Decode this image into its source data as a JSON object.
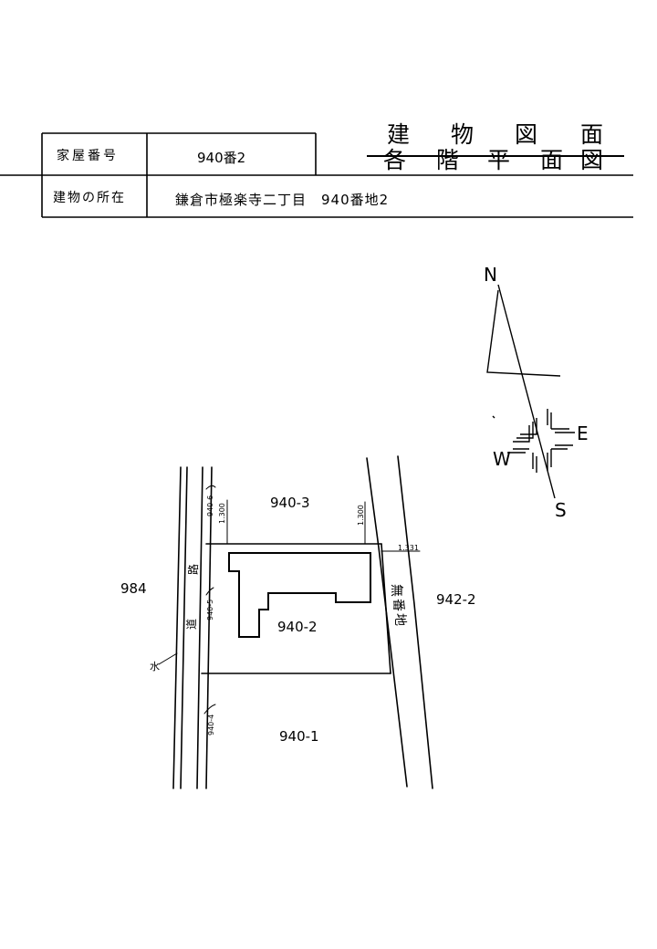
{
  "header": {
    "house_number_label": "家屋番号",
    "house_number_value": "940番2",
    "location_label": "建物の所在",
    "location_value": "鎌倉市極楽寺二丁目　940番地2",
    "title_chars": [
      "建",
      "物",
      "図",
      "面"
    ],
    "subtitle_struck_chars": [
      "各",
      "階",
      "平",
      "面",
      "図"
    ]
  },
  "map": {
    "lots": {
      "north": "940-3",
      "main": "940-2",
      "south": "940-1",
      "west": "984",
      "east": "942-2"
    },
    "road_lots": [
      "940-6",
      "940-5",
      "940-4"
    ],
    "road_chars": [
      "道",
      "路"
    ],
    "channel_label": "水",
    "unnumbered_land_chars": [
      "無",
      "番",
      "地"
    ],
    "dimensions": [
      "1.300",
      "1.300",
      "1.331"
    ]
  },
  "compass": {
    "north": "N",
    "south": "S",
    "east": "E",
    "west": "W"
  }
}
